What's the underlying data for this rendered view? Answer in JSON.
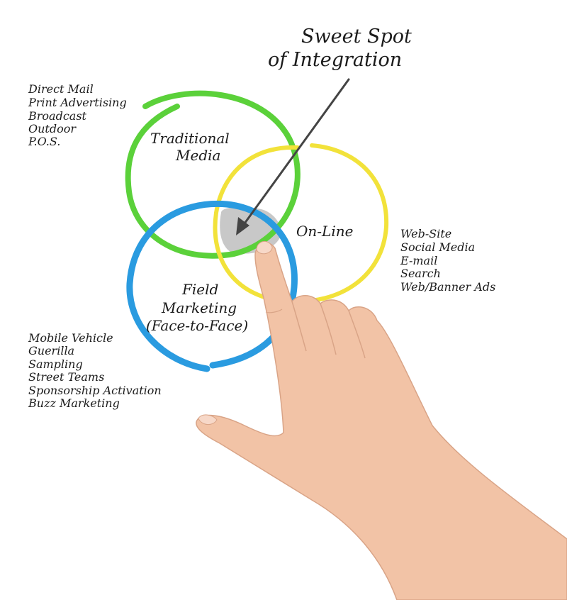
{
  "title": {
    "line1": "Sweet Spot",
    "line2": "of Integration"
  },
  "circles": {
    "traditional": {
      "line1": "Traditional",
      "line2": "Media",
      "color": "#5bd13a"
    },
    "online": {
      "label": "On-Line",
      "color": "#f2e23a"
    },
    "field": {
      "line1": "Field",
      "line2": "Marketing",
      "line3": "(Face-to-Face)",
      "color": "#2a9be0"
    },
    "sweet_spot_color": "#c8c8c8"
  },
  "lists": {
    "traditional": [
      "Direct Mail",
      "Print Advertising",
      "Broadcast",
      "Outdoor",
      "P.O.S."
    ],
    "online": [
      "Web-Site",
      "Social Media",
      "E-mail",
      "Search",
      "Web/Banner Ads"
    ],
    "field": [
      "Mobile Vehicle",
      "Guerilla",
      "Sampling",
      "Street Teams",
      "Sponsorship Activation",
      "Buzz Marketing"
    ]
  },
  "arrow_color": "#444444",
  "hand_color": "#f2c3a6"
}
